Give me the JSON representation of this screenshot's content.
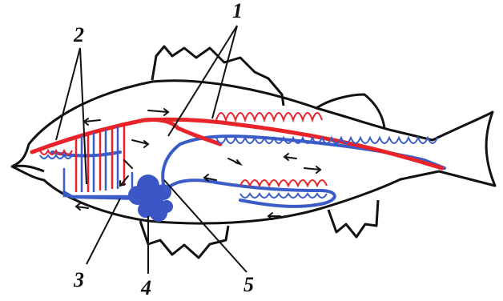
{
  "colors": {
    "outline": "#111111",
    "artery": "#e8232a",
    "vein": "#3a5cc8",
    "heart": "#3a55c4",
    "background": "#ffffff"
  },
  "labels": {
    "l1": "1",
    "l2": "2",
    "l3": "3",
    "l4": "4",
    "l5": "5"
  }
}
